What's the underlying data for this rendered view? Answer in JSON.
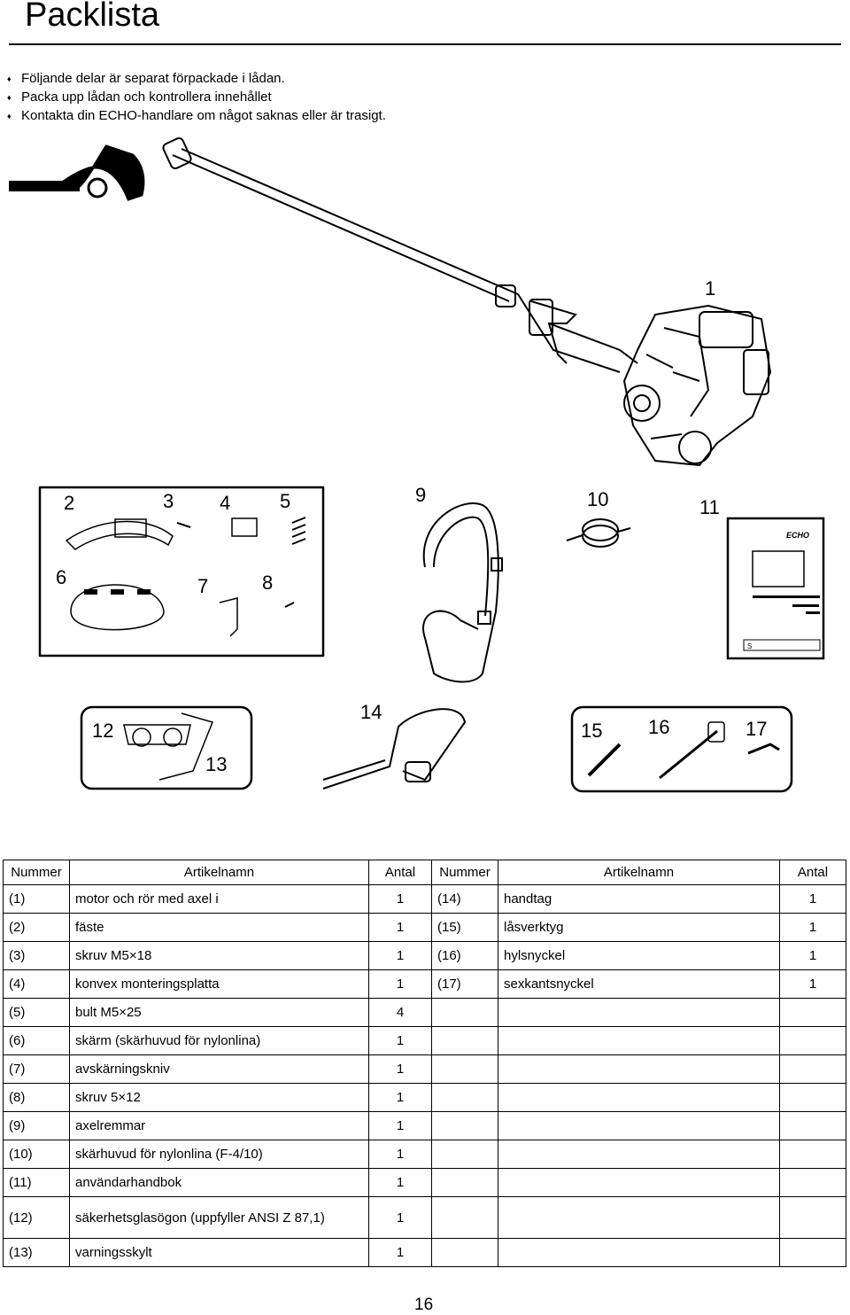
{
  "header": {
    "title": "Packlista"
  },
  "intro": {
    "bullet_symbol": "♦",
    "bullets": [
      "Följande delar är separat förpackade i lådan.",
      "Packa upp lådan och kontrollera innehållet",
      "Kontakta din ECHO-handlare om något saknas eller är trasigt."
    ]
  },
  "figure": {
    "callouts": [
      "1",
      "2",
      "3",
      "4",
      "5",
      "6",
      "7",
      "8",
      "9",
      "10",
      "11",
      "12",
      "13",
      "14",
      "15",
      "16",
      "17"
    ],
    "brand_mark": "ECHO",
    "manual_language_mark": "S"
  },
  "table": {
    "headers": [
      "Nummer",
      "Artikelnamn",
      "Antal",
      "Nummer",
      "Artikelnamn",
      "Antal"
    ],
    "rows": [
      [
        "(1)",
        "motor och rör med axel i",
        "1",
        "(14)",
        "handtag",
        "1"
      ],
      [
        "(2)",
        "fäste",
        "1",
        "(15)",
        "låsverktyg",
        "1"
      ],
      [
        "(3)",
        "skruv M5×18",
        "1",
        "(16)",
        "hylsnyckel",
        "1"
      ],
      [
        "(4)",
        "konvex monteringsplatta",
        "1",
        "(17)",
        "sexkantsnyckel",
        "1"
      ],
      [
        "(5)",
        "bult M5×25",
        "4",
        "",
        "",
        ""
      ],
      [
        "(6)",
        "skärm (skärhuvud för nylonlina)",
        "1",
        "",
        "",
        ""
      ],
      [
        "(7)",
        "avskärningskniv",
        "1",
        "",
        "",
        ""
      ],
      [
        "(8)",
        "skruv 5×12",
        "1",
        "",
        "",
        ""
      ],
      [
        "(9)",
        "axelremmar",
        "1",
        "",
        "",
        ""
      ],
      [
        "(10)",
        "skärhuvud för nylonlina (F-4/10)",
        "1",
        "",
        "",
        ""
      ],
      [
        "(11)",
        "användarhandbok",
        "1",
        "",
        "",
        ""
      ],
      [
        "(12)",
        "säkerhetsglasögon (uppfyller ANSI Z 87,1)",
        "1",
        "",
        "",
        ""
      ],
      [
        "(13)",
        "varningsskylt",
        "1",
        "",
        "",
        ""
      ]
    ]
  },
  "footer": {
    "page_number": "16"
  }
}
